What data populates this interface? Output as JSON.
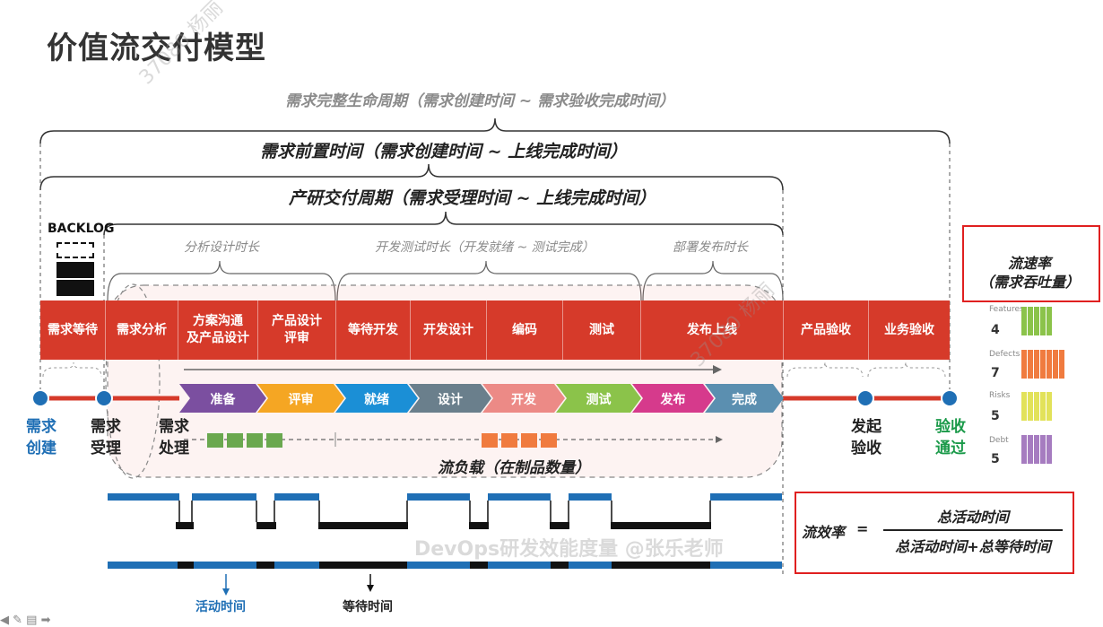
{
  "title": "价值流交付模型",
  "brackets": {
    "lifecycle": "需求完整生命周期（需求创建时间 ~ 需求验收完成时间）",
    "lead_time": "需求前置时间（需求创建时间 ~ 上线完成时间）",
    "cycle_time": "产研交付周期（需求受理时间 ~ 上线完成时间）",
    "analysis": "分析设计时长",
    "dev_test": "开发测试时长（开发就绪 ~ 测试完成）",
    "deploy": "部署发布时长"
  },
  "backlog_label": "BACKLOG",
  "stages": [
    "需求等待",
    "需求分析",
    "方案沟通\n及产品设计",
    "产品设计\n评审",
    "等待开发",
    "开发设计",
    "编码",
    "测试",
    "发布上线",
    "产品验收",
    "业务验收"
  ],
  "nodes": {
    "created": "需求\n创建",
    "accepted": "需求\n受理",
    "processing": "需求\n处理",
    "initiate": "发起\n验收",
    "passed": "验收\n通过"
  },
  "chevrons": [
    {
      "label": "准备",
      "color": "#7b4fa0"
    },
    {
      "label": "评审",
      "color": "#f5a623"
    },
    {
      "label": "就绪",
      "color": "#1b8fd6"
    },
    {
      "label": "设计",
      "color": "#6a7f8c"
    },
    {
      "label": "开发",
      "color": "#ec8a86"
    },
    {
      "label": "测试",
      "color": "#8bc34a"
    },
    {
      "label": "发布",
      "color": "#d63a8c"
    },
    {
      "label": "完成",
      "color": "#5b8fb0"
    }
  ],
  "wip_label": "流负载（在制品数量）",
  "flow_rate": {
    "title": "流速率\n（需求吞吐量）",
    "items": [
      {
        "name": "Features",
        "value": "4",
        "color": "#8bc34a"
      },
      {
        "name": "Defects",
        "value": "7",
        "color": "#f07b3f"
      },
      {
        "name": "Risks",
        "value": "5",
        "color": "#e2e25a"
      },
      {
        "name": "Debt",
        "value": "5",
        "color": "#a67cc0"
      }
    ]
  },
  "flow_efficiency": {
    "label": "流效率",
    "equals": "=",
    "numerator": "总活动时间",
    "denominator": "总活动时间+总等待时间"
  },
  "legend": {
    "active": "活动时间",
    "wait": "等待时间"
  },
  "watermark": "DevOps研发效能度量 @张乐老师",
  "watermark_small": "37080 杨丽",
  "colors": {
    "stage_band": "#d63a2a",
    "timeline_blue": "#1f6fb5",
    "node_blue": "#1f6fb5",
    "accent_red": "#e02020",
    "wip_green": "#6aa84f",
    "wip_orange": "#f07b3f"
  }
}
